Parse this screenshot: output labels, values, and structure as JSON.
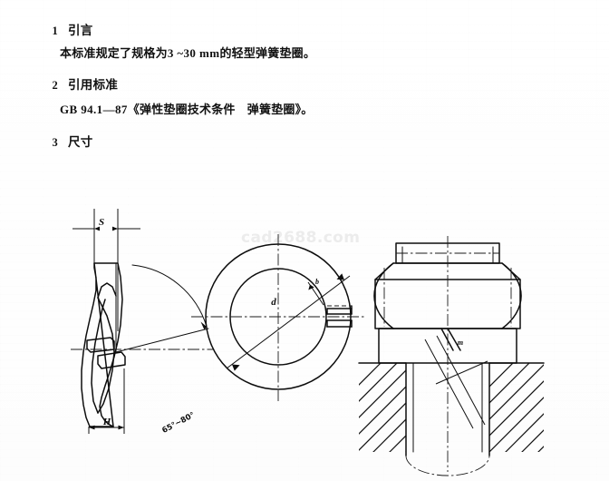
{
  "document": {
    "kind": "scanned-standard-page",
    "watermark": "cad2688.com"
  },
  "clauses": [
    {
      "number": "1",
      "title": "引言"
    },
    {
      "number": "2",
      "title": "引用标准"
    },
    {
      "number": "3",
      "title": "尺寸"
    }
  ],
  "paragraphs": {
    "scope_prefix": "本标准规定了规格为",
    "scope_range": "3 ~30 mm",
    "scope_suffix": "的轻型弹簧垫圈。",
    "reference_code": "GB  94.1—87",
    "reference_title": "《弹性垫圈技术条件　弹簧垫圈》。"
  },
  "figure": {
    "views": [
      {
        "name": "side-profile-view",
        "labels": [
          "S",
          "H",
          "65°~80°"
        ]
      },
      {
        "name": "plan-circular-view",
        "labels": [
          "d",
          "b"
        ]
      },
      {
        "name": "assembly-section-view",
        "labels": [
          "m"
        ]
      }
    ],
    "dim_thickness": "S",
    "dim_height": "H",
    "dim_angle": "65°~80°",
    "dim_inner_diameter": "d",
    "dim_width": "b",
    "dim_assembly": "m"
  },
  "colors": {
    "paper": "#ffffff",
    "ink": "#0d0d0d",
    "watermark": "#ececec"
  }
}
